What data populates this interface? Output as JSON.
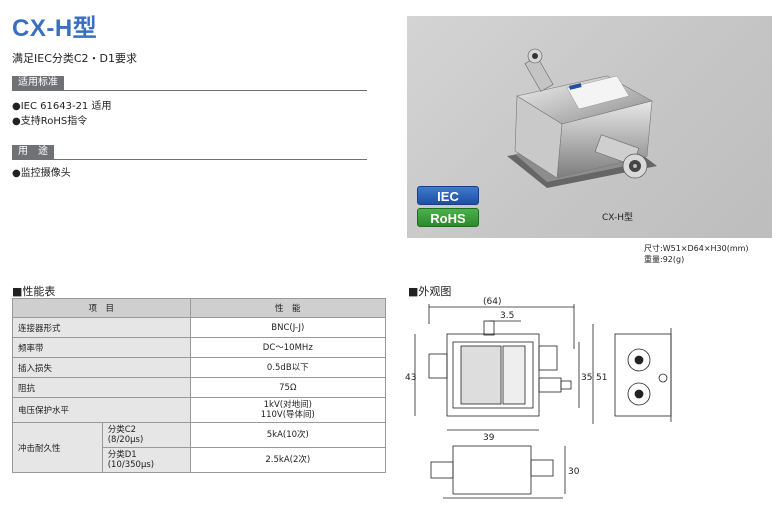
{
  "header": {
    "title": "CX-H型",
    "subtitle": "满足IEC分类C2・D1要求"
  },
  "standards": {
    "label": "适用标准",
    "items": [
      "●IEC 61643-21 适用",
      "●支持RoHS指令"
    ]
  },
  "usage": {
    "label": "用　途",
    "items": [
      "●监控摄像头"
    ]
  },
  "photo": {
    "badge_iec": "IEC",
    "badge_rohs": "RoHS",
    "label": "CX-H型"
  },
  "dimensions": {
    "size": "尺寸:W51×D64×H30(mm)",
    "weight": "重量:92(g)"
  },
  "spec_table": {
    "title": "■性能表",
    "headers": [
      "项　目",
      "性　能"
    ],
    "rows": [
      {
        "item": "连接器形式",
        "value": "BNC(J-J)"
      },
      {
        "item": "频率带",
        "value": "DC〜10MHz"
      },
      {
        "item": "插入损失",
        "value": "0.5dB以下"
      },
      {
        "item": "阻抗",
        "value": "75Ω"
      },
      {
        "item": "电压保护水平",
        "value": "1kV(对地间)",
        "value2": "110V(导体间)"
      }
    ],
    "impulse": {
      "label": "冲击耐久性",
      "rows": [
        {
          "sub": "分类C2",
          "sub2": "(8/20μs)",
          "value": "5kA(10次)"
        },
        {
          "sub": "分类D1",
          "sub2": "(10/350μs)",
          "value": "2.5kA(2次)"
        }
      ]
    }
  },
  "drawing": {
    "title": "■外观图",
    "dims": {
      "total_width": "(64)",
      "offset": "3.5",
      "h_left": "43",
      "h_inner": "35",
      "h_outer": "51",
      "w_body": "39",
      "h_side": "30"
    }
  },
  "colors": {
    "title_blue": "#3a6fc0",
    "section_gray": "#6f7174",
    "iec_blue": "#1f4f9f",
    "rohs_green": "#2a8a2a"
  }
}
